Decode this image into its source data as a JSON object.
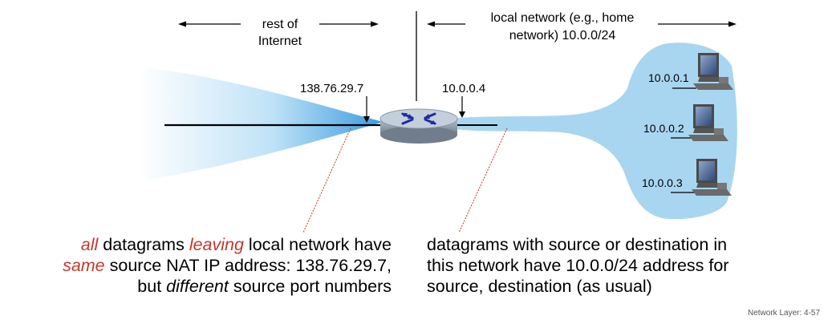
{
  "labels": {
    "rest_of_internet": {
      "line1": "rest of",
      "line2": "Internet"
    },
    "local_network": {
      "line1": "local network (e.g., home",
      "line2": "network) 10.0.0/24"
    },
    "router_wan_ip": "138.76.29.7",
    "router_lan_ip": "10.0.0.4",
    "host_ips": [
      "10.0.0.1",
      "10.0.0.2",
      "10.0.0.3"
    ]
  },
  "captions": {
    "left": {
      "line1": {
        "hl1": "all",
        "t1": " datagrams ",
        "hl2": "leaving",
        "t2": " local network have"
      },
      "line2": {
        "hl": "same",
        "t": " source NAT IP address: 138.76.29.7,"
      },
      "line3": {
        "t1": "but ",
        "it": "different",
        "t2": " source port numbers"
      }
    },
    "right": {
      "line1": "datagrams with source or destination in",
      "line2": "this network have 10.0.0/24 address for",
      "line3": "source, destination (as usual)"
    }
  },
  "footer": "Network Layer: 4-57",
  "colors": {
    "cloud": "#a8d6f0",
    "wan_beam_dark": "#3a9be0",
    "router_top": "#c4cfdc",
    "router_arrows": "#1d2f9e",
    "annotation_line": "#c0392b",
    "highlight_text": "#c0392b"
  }
}
